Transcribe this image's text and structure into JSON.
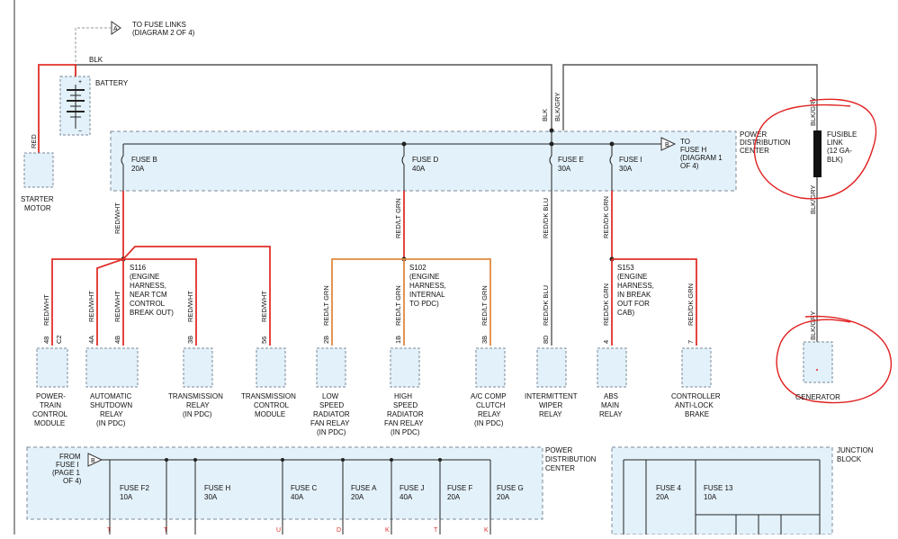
{
  "top_link": {
    "ref": "A",
    "text1": "TO FUSE LINKS",
    "text2": "(DIAGRAM 2 OF 4)"
  },
  "battery": {
    "label": "BATTERY",
    "plus": "+",
    "minus": "−"
  },
  "wires": {
    "blk": "BLK",
    "blk_gry": "BLK/GRY",
    "red": "RED",
    "red_wht": "RED/WHT",
    "red_lt_grn": "RED/LT GRN",
    "red_dk_blu": "RED/DK BLU",
    "red_dk_grn": "RED/DK GRN"
  },
  "starter": {
    "l1": "STARTER",
    "l2": "MOTOR"
  },
  "pdc": {
    "l1": "POWER",
    "l2": "DISTRIBUTION",
    "l3": "CENTER"
  },
  "fuses_top": [
    {
      "name": "FUSE B",
      "amp": "20A"
    },
    {
      "name": "FUSE D",
      "amp": "40A"
    },
    {
      "name": "FUSE E",
      "amp": "30A"
    },
    {
      "name": "FUSE I",
      "amp": "30A"
    }
  ],
  "to_fuse_h": {
    "ref": "B",
    "l1": "TO",
    "l2": "FUSE H",
    "l3": "(DIAGRAM 1",
    "l4": "OF 4)"
  },
  "fusible_link": {
    "l1": "FUSIBLE",
    "l2": "LINK",
    "l3": "(12 GA-",
    "l4": "BLK)"
  },
  "splices": {
    "s116": [
      "S116",
      "(ENGINE",
      "HARNESS,",
      "NEAR TCM",
      "CONTROL",
      "BREAK OUT)"
    ],
    "s102": [
      "S102",
      "(ENGINE",
      "HARNESS,",
      "INTERNAL",
      "TO PDC)"
    ],
    "s153": [
      "S153",
      "(ENGINE",
      "HARNESS,",
      "IN BREAK",
      "OUT FOR",
      "CAB)"
    ]
  },
  "components": [
    {
      "pin": "48",
      "pin2": "C2",
      "wire": "RED/WHT",
      "lines": [
        "POWER-",
        "TRAIN",
        "CONTROL",
        "MODULE"
      ]
    },
    {
      "pin": "4A",
      "pin2": "4B",
      "wire": "RED/WHT",
      "lines": [
        "AUTOMATIC",
        "SHUTDOWN",
        "RELAY",
        "(IN PDC)"
      ]
    },
    {
      "pin": "3B",
      "wire": "RED/WHT",
      "lines": [
        "TRANSMISSION",
        "RELAY",
        "(IN PDC)"
      ]
    },
    {
      "pin": "56",
      "wire": "RED/WHT",
      "lines": [
        "TRANSMISSION",
        "CONTROL",
        "MODULE"
      ]
    },
    {
      "pin": "2B",
      "wire": "RED/LT GRN",
      "lines": [
        "LOW",
        "SPEED",
        "RADIATOR",
        "FAN RELAY",
        "(IN PDC)"
      ]
    },
    {
      "pin": "1B",
      "wire": "RED/LT GRN",
      "lines": [
        "HIGH",
        "SPEED",
        "RADIATOR",
        "FAN RELAY",
        "(IN PDC)"
      ]
    },
    {
      "pin": "3B",
      "wire": "RED/LT GRN",
      "lines": [
        "A/C COMP",
        "CLUTCH",
        "RELAY",
        "(IN PDC)"
      ]
    },
    {
      "pin": "8D",
      "wire": "RED/DK BLU",
      "lines": [
        "INTERMITTENT",
        "WIPER",
        "RELAY"
      ]
    },
    {
      "pin": "4",
      "wire": "RED/DK GRN",
      "lines": [
        "ABS",
        "MAIN",
        "RELAY"
      ]
    },
    {
      "pin": "7",
      "wire": "RED/DK GRN",
      "lines": [
        "CONTROLLER",
        "ANTI-LOCK",
        "BRAKE"
      ]
    },
    {
      "lines": [
        "GENERATOR"
      ]
    }
  ],
  "bottom_pdc": {
    "from": [
      "FROM",
      "FUSE I",
      "(PAGE 1",
      "OF 4)"
    ],
    "ref": "B",
    "fuses": [
      {
        "name": "FUSE F2",
        "amp": "10A"
      },
      {
        "name": "FUSE H",
        "amp": "30A"
      },
      {
        "name": "FUSE C",
        "amp": "40A"
      },
      {
        "name": "FUSE A",
        "amp": "20A"
      },
      {
        "name": "FUSE J",
        "amp": "40A"
      },
      {
        "name": "FUSE F",
        "amp": "20A"
      },
      {
        "name": "FUSE G",
        "amp": "20A"
      }
    ],
    "label": [
      "POWER",
      "DISTRIBUTION",
      "CENTER"
    ],
    "wire_codes": [
      "T",
      "T",
      "U",
      "D",
      "K",
      "T",
      "K"
    ]
  },
  "junction": {
    "label": [
      "JUNCTION",
      "BLOCK"
    ],
    "fuses": [
      {
        "name": "FUSE 4",
        "amp": "20A"
      },
      {
        "name": "FUSE 13",
        "amp": "10A"
      }
    ]
  }
}
